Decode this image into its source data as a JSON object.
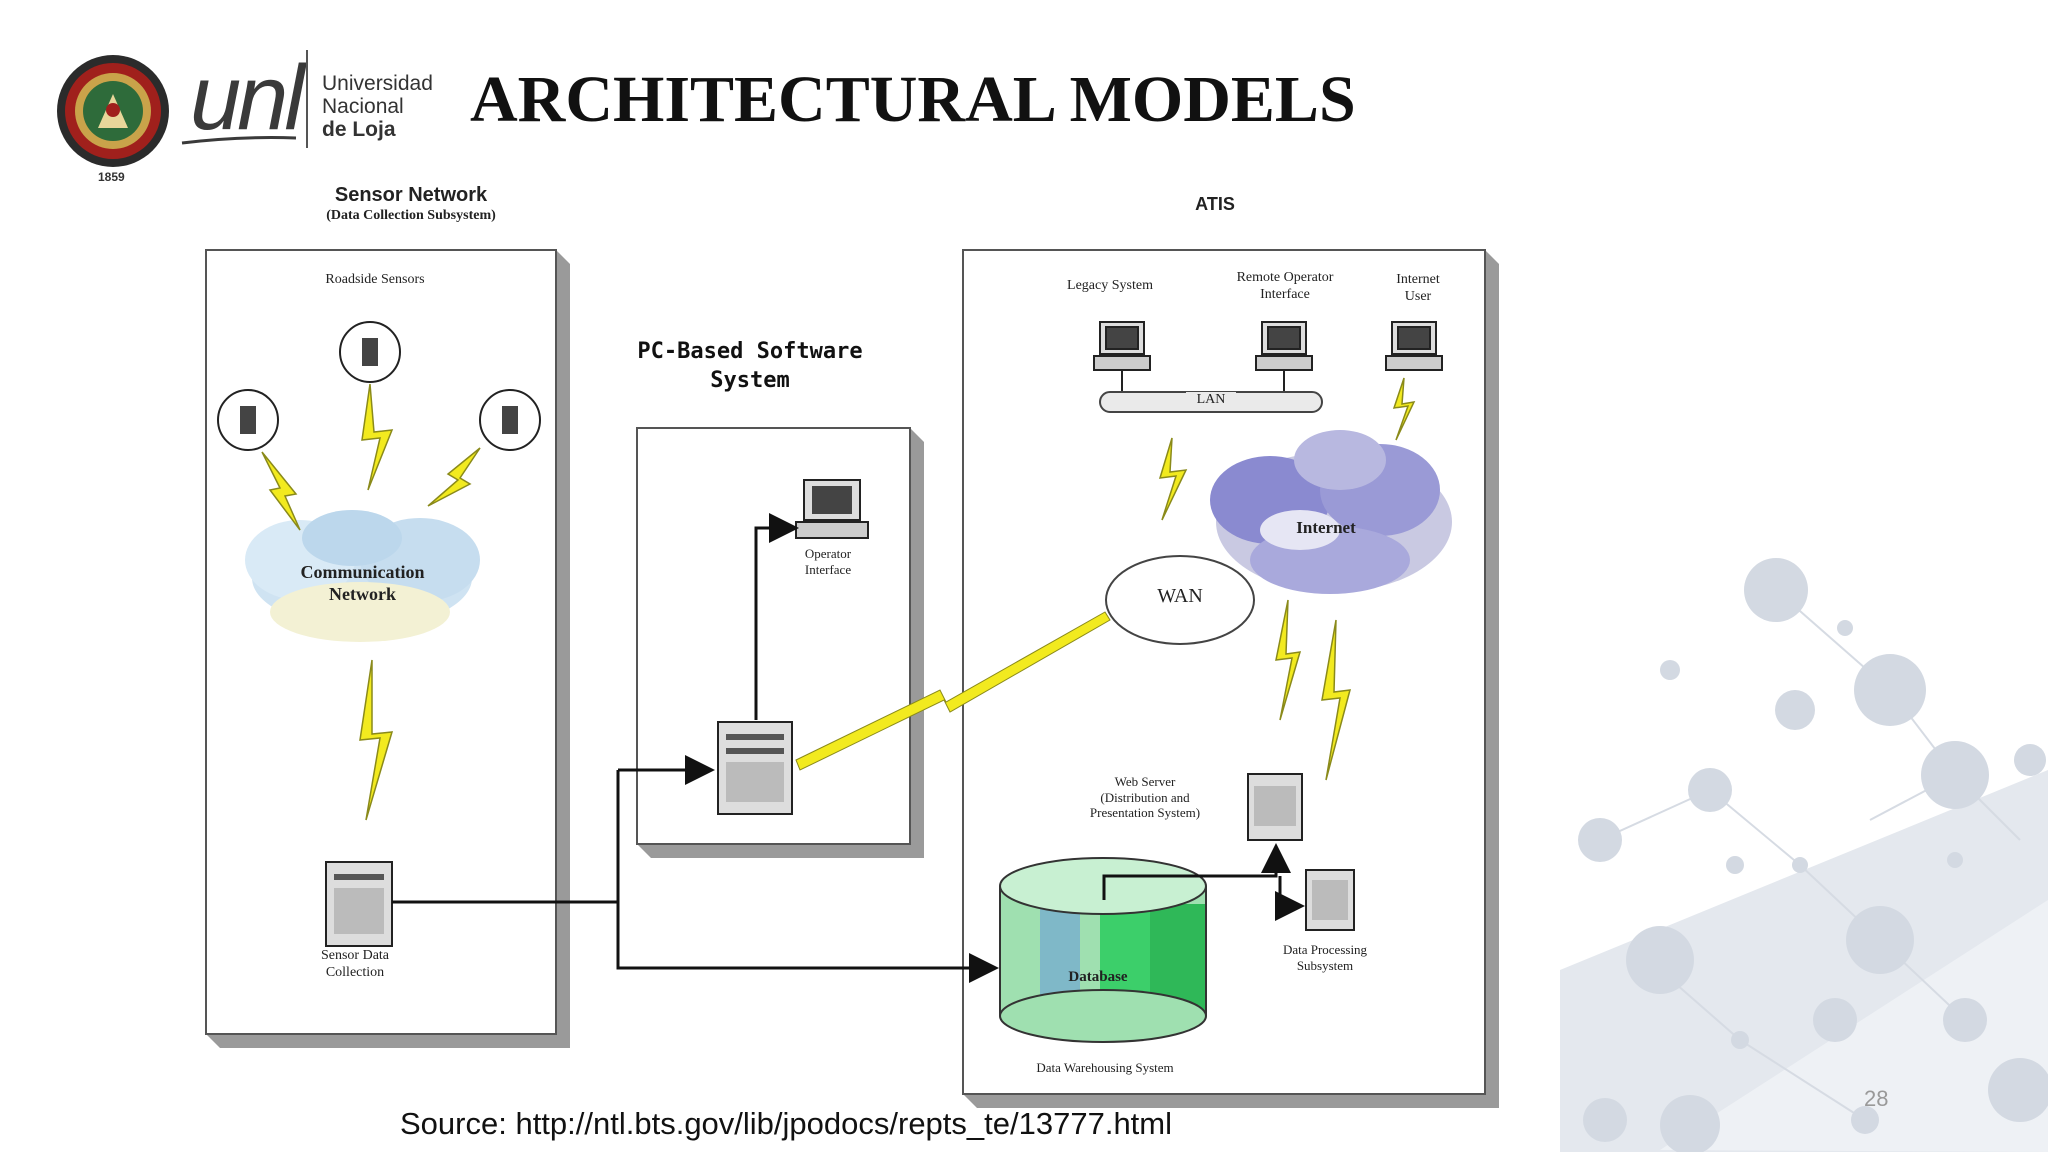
{
  "slide": {
    "title": "ARCHITECTURAL MODELS",
    "source": "Source: http://ntl.bts.gov/lib/jpodocs/repts_te/13777.html",
    "page_number": "28"
  },
  "logo": {
    "unl": "unl",
    "line1": "Universidad",
    "line2": "Nacional",
    "line3": "de Loja",
    "year": "1859"
  },
  "diagram": {
    "sensor_header": "Sensor Network",
    "sensor_sub": "(Data Collection Subsystem)",
    "roadside": "Roadside Sensors",
    "comm_1": "Communication",
    "comm_2": "Network",
    "sensor_data_1": "Sensor Data",
    "sensor_data_2": "Collection",
    "pc_1": "PC-Based Software",
    "pc_2": "System",
    "operator_1": "Operator",
    "operator_2": "Interface",
    "atis": "ATIS",
    "legacy": "Legacy System",
    "remote_1": "Remote Operator",
    "remote_2": "Interface",
    "internet_user_1": "Internet",
    "internet_user_2": "User",
    "lan": "LAN",
    "internet": "Internet",
    "wan": "WAN",
    "web_1": "Web Server",
    "web_2": "(Distribution and",
    "web_3": "Presentation System)",
    "dps_1": "Data Processing",
    "dps_2": "Subsystem",
    "database": "Database",
    "warehouse": "Data Warehousing System"
  }
}
